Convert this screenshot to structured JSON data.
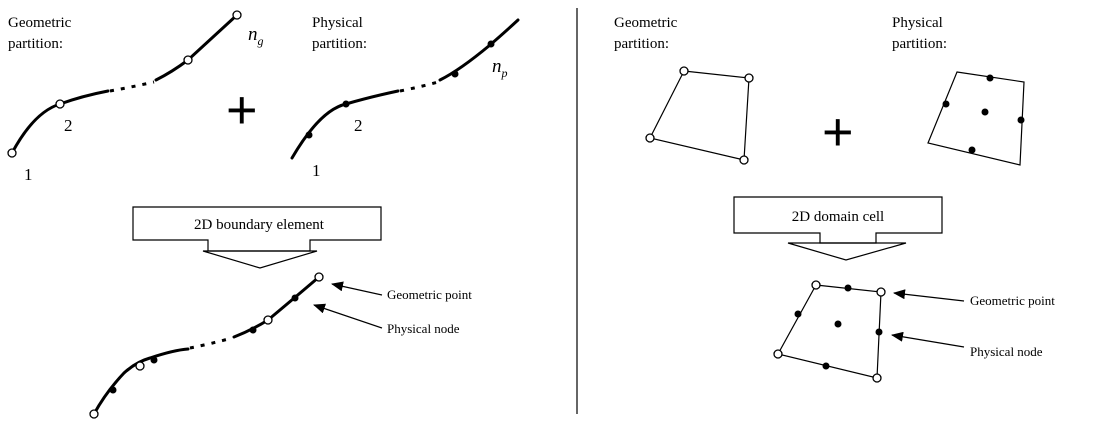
{
  "left_panel": {
    "geometric_label": [
      "Geometric",
      "partition:"
    ],
    "physical_label": [
      "Physical",
      "partition:"
    ],
    "index_one": "1",
    "index_two": "2",
    "ng_symbol": "n",
    "ng_subscript": "g",
    "np_symbol": "n",
    "np_subscript": "p",
    "plus_sign": "+",
    "box_label": "2D boundary element",
    "geometric_point_label": "Geometric point",
    "physical_node_label": "Physical node"
  },
  "right_panel": {
    "geometric_label": [
      "Geometric",
      "partition:"
    ],
    "physical_label": [
      "Physical",
      "partition:"
    ],
    "plus_sign": "+",
    "box_label": "2D domain cell",
    "geometric_point_label": "Geometric point",
    "physical_node_label": "Physical node"
  }
}
